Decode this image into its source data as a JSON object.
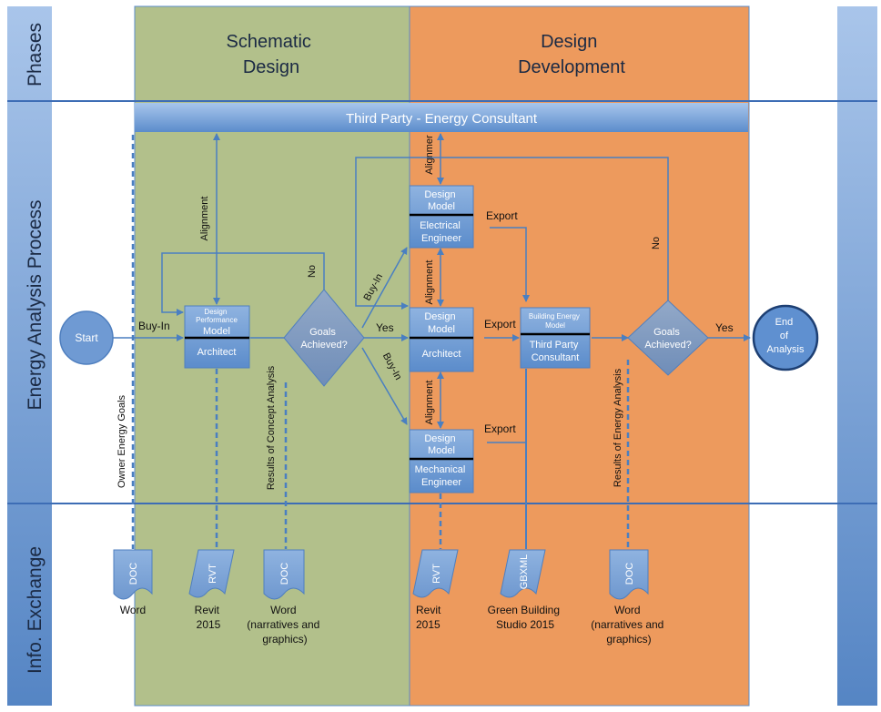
{
  "lanes": {
    "phases": "Phases",
    "process": "Energy Analysis Process",
    "exchange": "Info. Exchange"
  },
  "phases": {
    "schematic": [
      "Schematic",
      "Design"
    ],
    "development": [
      "Design",
      "Development"
    ]
  },
  "third_party_bar": "Third Party - Energy Consultant",
  "nodes": {
    "start": "Start",
    "end": [
      "End",
      "of",
      "Analysis"
    ],
    "architect_model": {
      "title": [
        "Design",
        "Performance"
      ],
      "model": "Model",
      "role": "Architect"
    },
    "electrical_model": {
      "title": [
        "Design",
        "Model"
      ],
      "role": [
        "Electrical",
        "Engineer"
      ]
    },
    "dd_architect_model": {
      "title": [
        "Design",
        "Model"
      ],
      "role": "Architect"
    },
    "mechanical_model": {
      "title": [
        "Design",
        "Model"
      ],
      "role": [
        "Mechanical",
        "Engineer"
      ]
    },
    "energy_model": {
      "title": [
        "Building Energy",
        "Model"
      ],
      "role": [
        "Third Party",
        "Consultant"
      ]
    },
    "decision_1": [
      "Goals",
      "Achieved?"
    ],
    "decision_2": [
      "Goals",
      "Achieved?"
    ]
  },
  "edge_labels": {
    "buyin_start": "Buy-In",
    "alignment_sd": "Alignment",
    "no_1": "No",
    "yes_1": "Yes",
    "buyin_up": "Buy-In",
    "buyin_down": "Buy-In",
    "alignment_top": "Alignmer",
    "alignment_mid": "Alignment",
    "alignment_bot": "Alignment",
    "export_1": "Export",
    "export_2": "Export",
    "export_3": "Export",
    "no_2": "No",
    "yes_2": "Yes",
    "owner_goals": "Owner Energy Goals",
    "concept_results": "Results of Concept Analysis",
    "energy_results": "Results of Energy Analysis"
  },
  "documents": [
    {
      "tag": "DOC",
      "caption": [
        "Word"
      ]
    },
    {
      "tag": "RVT",
      "caption": [
        "Revit",
        "2015"
      ]
    },
    {
      "tag": "DOC",
      "caption": [
        "Word",
        "(narratives and",
        "graphics)"
      ]
    },
    {
      "tag": "RVT",
      "caption": [
        "Revit",
        "2015"
      ]
    },
    {
      "tag": "GBXML",
      "caption": [
        "Green Building",
        "Studio 2015"
      ]
    },
    {
      "tag": "DOC",
      "caption": [
        "Word",
        "(narratives and",
        "graphics)"
      ]
    }
  ],
  "colors": {
    "schematic": "#b2c08b",
    "development": "#ed9a5d",
    "lane_blue": "#7ba4d6",
    "node_blue": "#5b8ccb",
    "line_blue": "#4a7fc1",
    "rule": "#3d6db5"
  }
}
